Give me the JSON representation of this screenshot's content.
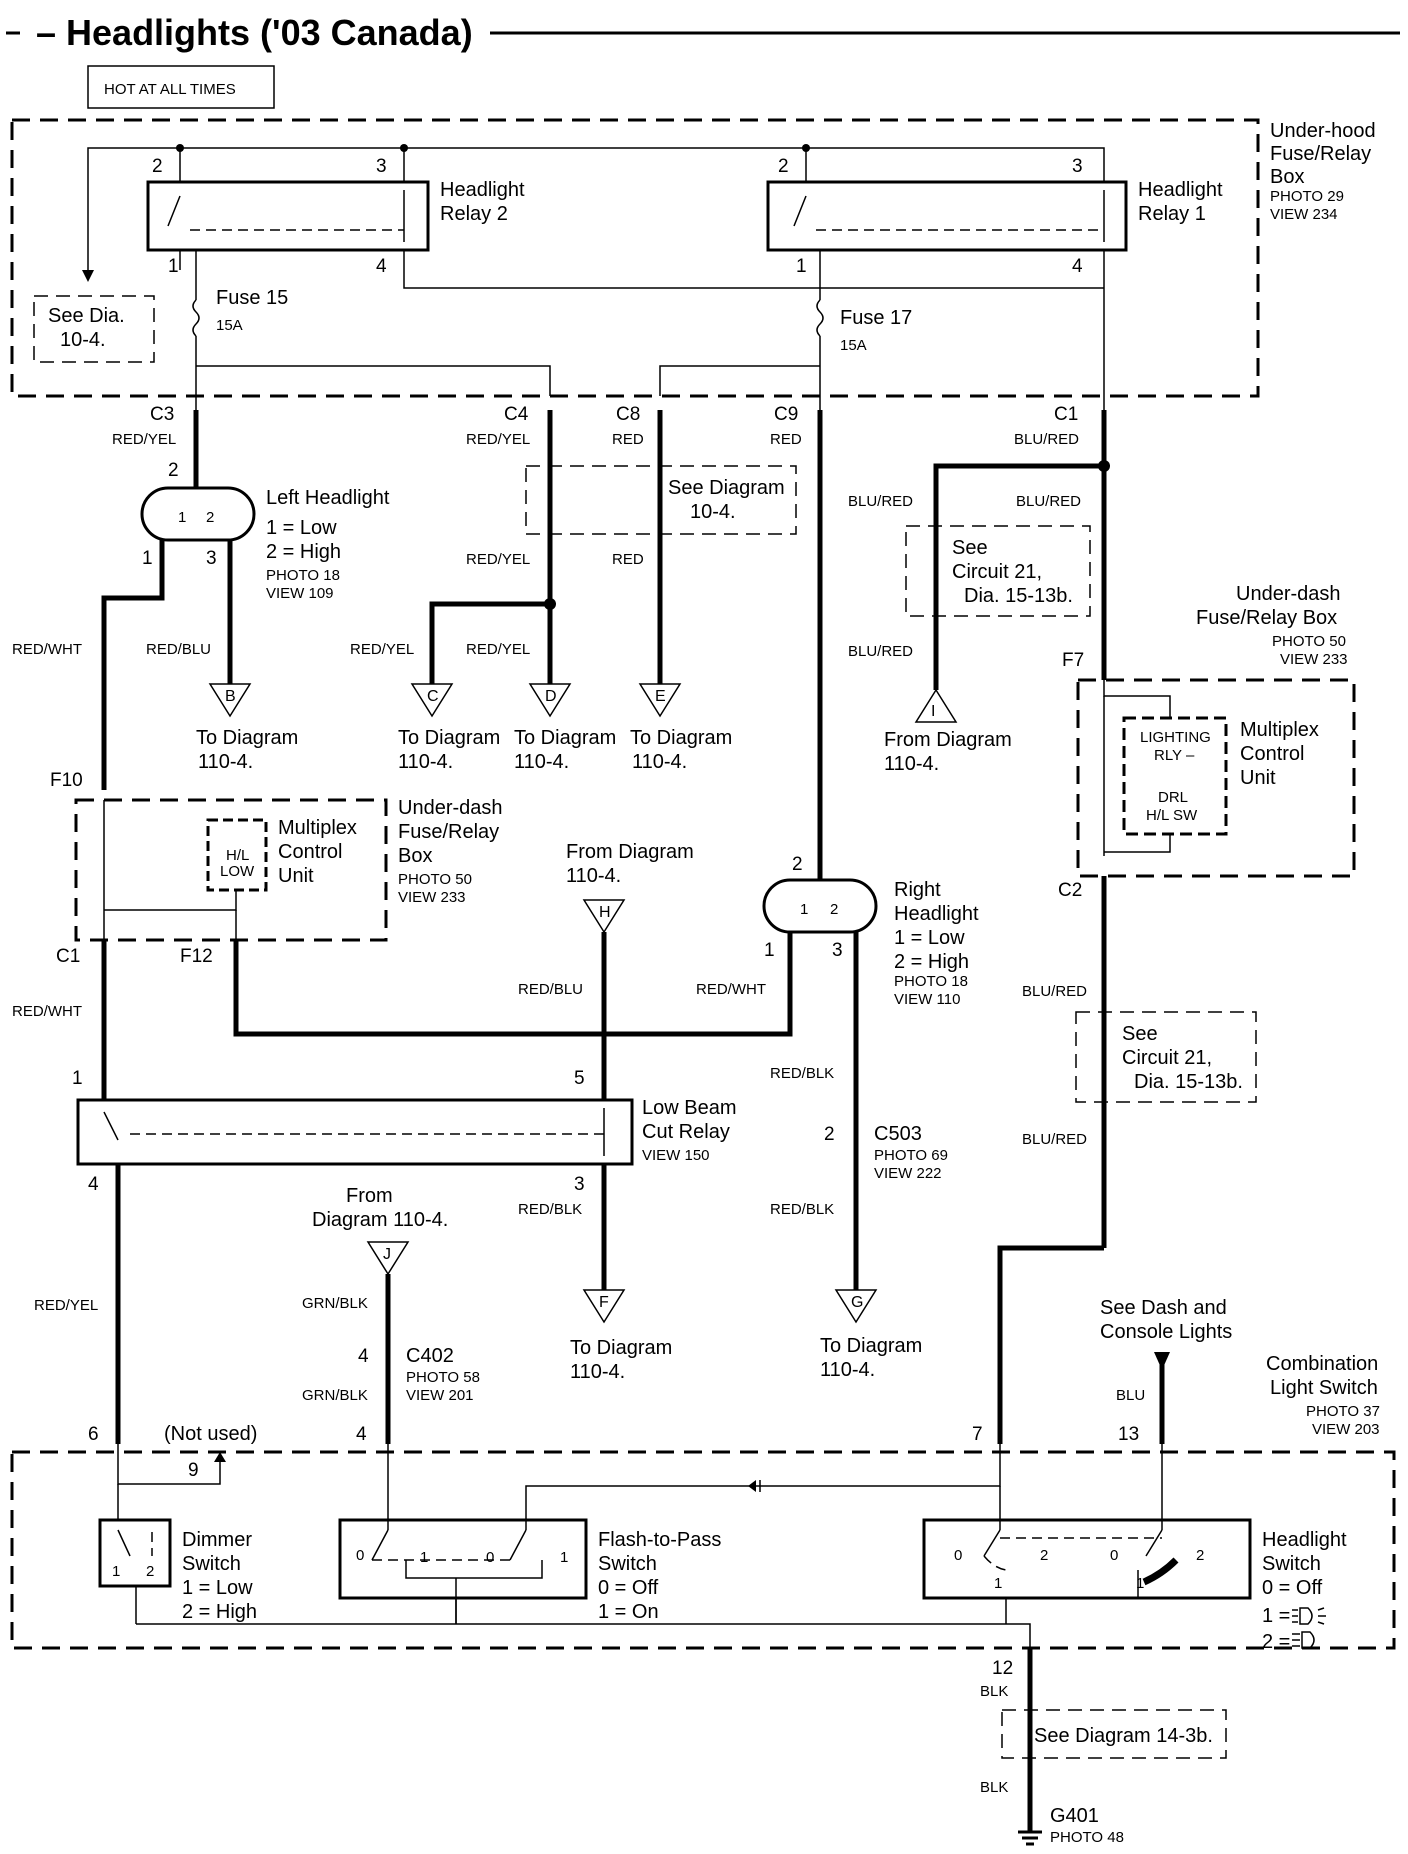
{
  "title": "– Headlights ('03 Canada)",
  "hot_label": "HOT AT ALL TIMES",
  "underhood": {
    "l1": "Under-hood",
    "l2": "Fuse/Relay",
    "l3": "Box",
    "photo": "PHOTO 29",
    "view": "VIEW 234"
  },
  "relay2": {
    "l1": "Headlight",
    "l2": "Relay 2",
    "p2": "2",
    "p3": "3",
    "p1": "1",
    "p4": "4"
  },
  "relay1": {
    "l1": "Headlight",
    "l2": "Relay 1",
    "p2": "2",
    "p3": "3",
    "p1": "1",
    "p4": "4"
  },
  "see_dia_1": {
    "l1": "See Dia.",
    "l2": "10-4."
  },
  "fuse15": {
    "name": "Fuse 15",
    "amp": "15A"
  },
  "fuse17": {
    "name": "Fuse 17",
    "amp": "15A"
  },
  "connectors": {
    "c3": "C3",
    "c4": "C4",
    "c8": "C8",
    "c9": "C9",
    "c1": "C1",
    "f7": "F7",
    "c2": "C2",
    "f10": "F10",
    "c1b": "C1",
    "f12": "F12",
    "c503": "C503",
    "c402": "C402"
  },
  "wires": {
    "c3": "RED/YEL",
    "c4": "RED/YEL",
    "c8": "RED",
    "c9": "RED",
    "c1a": "BLU/RED",
    "c1b": "BLU/RED",
    "blured_left": "BLU/RED",
    "c4b": "RED/YEL",
    "c8b": "RED",
    "redwht_left": "RED/WHT",
    "redblu_b": "RED/BLU",
    "redyel_c": "RED/YEL",
    "redyel_d": "RED/YEL",
    "blured_i": "BLU/RED",
    "redwht_2": "RED/WHT",
    "redblu_h": "RED/BLU",
    "redwht_3": "RED/WHT",
    "redblk_1": "RED/BLK",
    "blured_3": "BLU/RED",
    "blured_4": "BLU/RED",
    "redyel_4": "RED/YEL",
    "grnblk_1": "GRN/BLK",
    "redblk_2": "RED/BLK",
    "redblk_3": "RED/BLK",
    "grnblk_2": "GRN/BLK",
    "blu": "BLU",
    "blk_1": "BLK",
    "blk_2": "BLK"
  },
  "see_diagram_2": {
    "l1": "See Diagram",
    "l2": "10-4."
  },
  "left_headlight": {
    "name": "Left Headlight",
    "low": "1 =  Low",
    "high": "2 =  High",
    "photo": "PHOTO 18",
    "view": "VIEW 109",
    "p2": "2",
    "p1": "1",
    "p3": "3"
  },
  "right_headlight": {
    "l1": "Right",
    "l2": "Headlight",
    "low": "1 =  Low",
    "high": "2 =  High",
    "photo": "PHOTO 18",
    "view": "VIEW 110",
    "p2": "2",
    "p1": "1",
    "p3": "3"
  },
  "see_circuit_1": {
    "l1": "See",
    "l2": "Circuit 21,",
    "l3": "Dia. 15-13b."
  },
  "see_circuit_2": {
    "l1": "See",
    "l2": "Circuit 21,",
    "l3": "Dia. 15-13b."
  },
  "ud_box_right": {
    "l1": "Under-dash",
    "l2": "Fuse/Relay Box",
    "photo": "PHOTO 50",
    "view": "VIEW 233"
  },
  "mcu_right": {
    "l1": "Multiplex",
    "l2": "Control",
    "l3": "Unit",
    "lr1": "LIGHTING",
    "lr2": "RLY –",
    "drl1": "DRL",
    "drl2": "H/L SW"
  },
  "ud_box_left": {
    "l1": "Under-dash",
    "l2": "Fuse/Relay",
    "l3": "Box",
    "photo": "PHOTO 50",
    "view": "VIEW 233"
  },
  "mcu_left": {
    "l1": "Multiplex",
    "l2": "Control",
    "l3": "Unit",
    "hl1": "H/L",
    "hl2": "LOW"
  },
  "terminals": {
    "b": "B",
    "c": "C",
    "d": "D",
    "e": "E",
    "i": "I",
    "h": "H",
    "j": "J",
    "f": "F",
    "g": "G"
  },
  "to_diagram": "To Diagram",
  "to_diagram_b": "To Diagram",
  "diag_num": "110-4.",
  "from_diagram": "From Diagram",
  "from_short": "From",
  "from_diag_j": "Diagram 110-4.",
  "low_beam": {
    "l1": "Low Beam",
    "l2": "Cut Relay",
    "view": "VIEW 150",
    "p1": "1",
    "p5": "5",
    "p4": "4",
    "p3": "3"
  },
  "c503_info": {
    "pin": "2",
    "photo": "PHOTO 69",
    "view": "VIEW 222"
  },
  "c402_info": {
    "pin": "4",
    "photo": "PHOTO 58",
    "view": "VIEW 201"
  },
  "see_dash": {
    "l1": "See Dash and",
    "l2": "Console Lights"
  },
  "combo": {
    "l1": "Combination",
    "l2": "Light Switch",
    "photo": "PHOTO 37",
    "view": "VIEW 203",
    "p6": "6",
    "p4": "4",
    "p7": "7",
    "p13": "13",
    "p9": "9",
    "not_used": "(Not used)",
    "p12": "12"
  },
  "dimmer": {
    "l1": "Dimmer",
    "l2": "Switch",
    "low": "1 =  Low",
    "high": "2 =  High",
    "a": "1",
    "b": "2"
  },
  "flash": {
    "l1": "Flash-to-Pass",
    "l2": "Switch",
    "off": "0 =  Off",
    "on": "1 =  On",
    "n0": "0",
    "n1": "1"
  },
  "hsw": {
    "l1": "Headlight",
    "l2": "Switch",
    "off": "0 =  Off",
    "s1": "1 =",
    "s2": "2 =",
    "n0": "0",
    "n1": "1",
    "n2": "2"
  },
  "see_diagram_3": "See Diagram 14-3b.",
  "ground": {
    "name": "G401",
    "photo": "PHOTO 48"
  }
}
